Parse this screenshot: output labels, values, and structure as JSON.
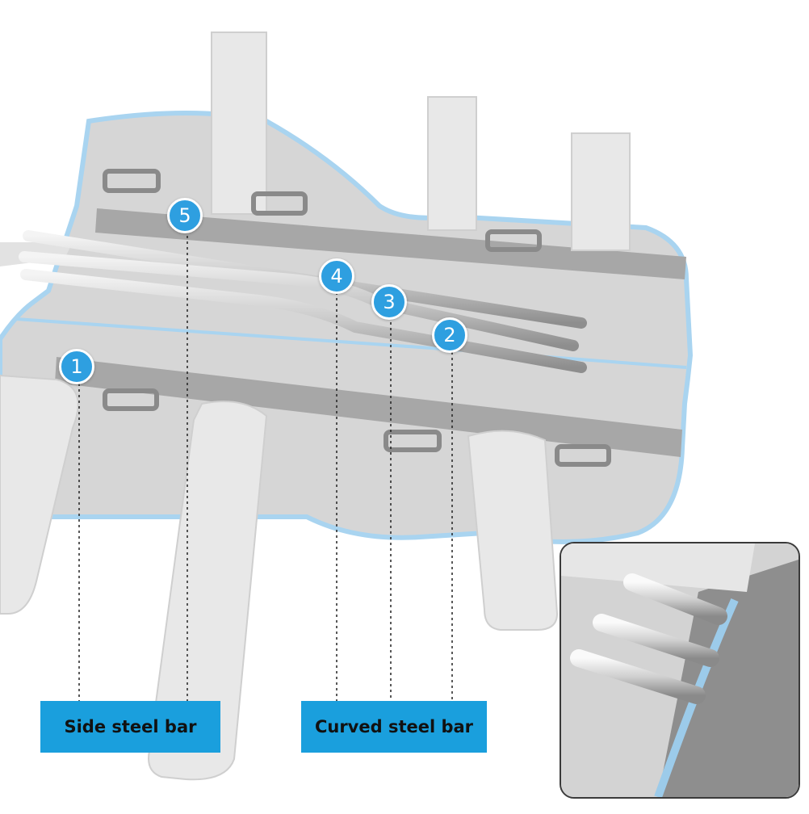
{
  "labels": {
    "side": "Side steel bar",
    "curved": "Curved steel bar"
  },
  "callouts": [
    {
      "number": "1"
    },
    {
      "number": "2"
    },
    {
      "number": "3"
    },
    {
      "number": "4"
    },
    {
      "number": "5"
    }
  ],
  "colors": {
    "accent": "#1a9fdd",
    "badge": "#2e9fe0",
    "piping": "#a9d4f0",
    "fabric": "#d6d6d6",
    "velcro": "#a7a7a7"
  }
}
